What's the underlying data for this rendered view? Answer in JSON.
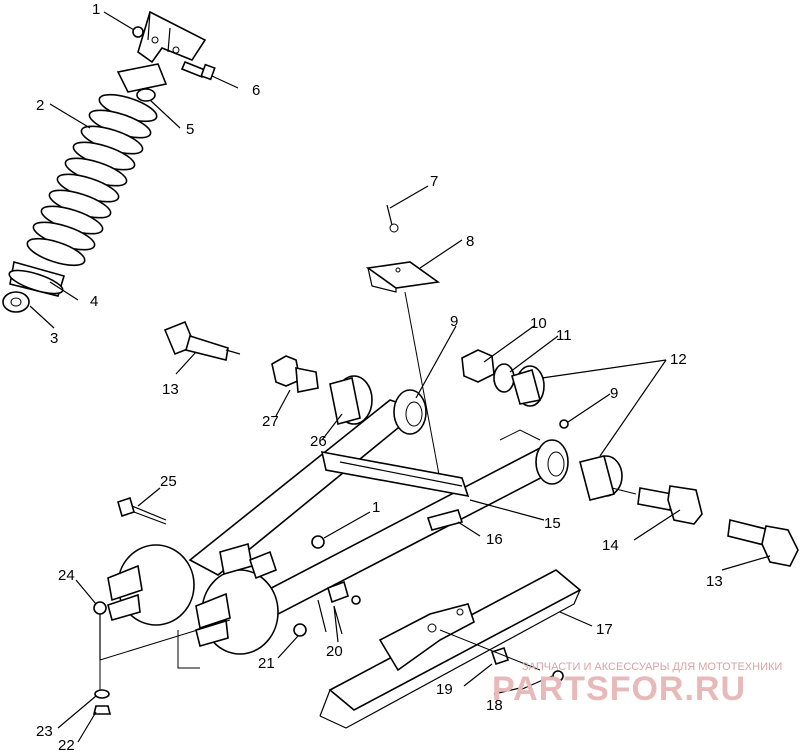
{
  "callouts": [
    "1",
    "2",
    "3",
    "4",
    "5",
    "6",
    "7",
    "8",
    "9",
    "10",
    "11",
    "12",
    "13",
    "14",
    "15",
    "16",
    "17",
    "18",
    "19",
    "20",
    "21",
    "22",
    "23",
    "24",
    "25",
    "26",
    "27"
  ],
  "watermark": {
    "subtitle": "ЗАПЧАСТИ И АКСЕССУАРЫ ДЛЯ МОТОТЕХНИКИ",
    "brand": "PARTSFOR.RU"
  }
}
